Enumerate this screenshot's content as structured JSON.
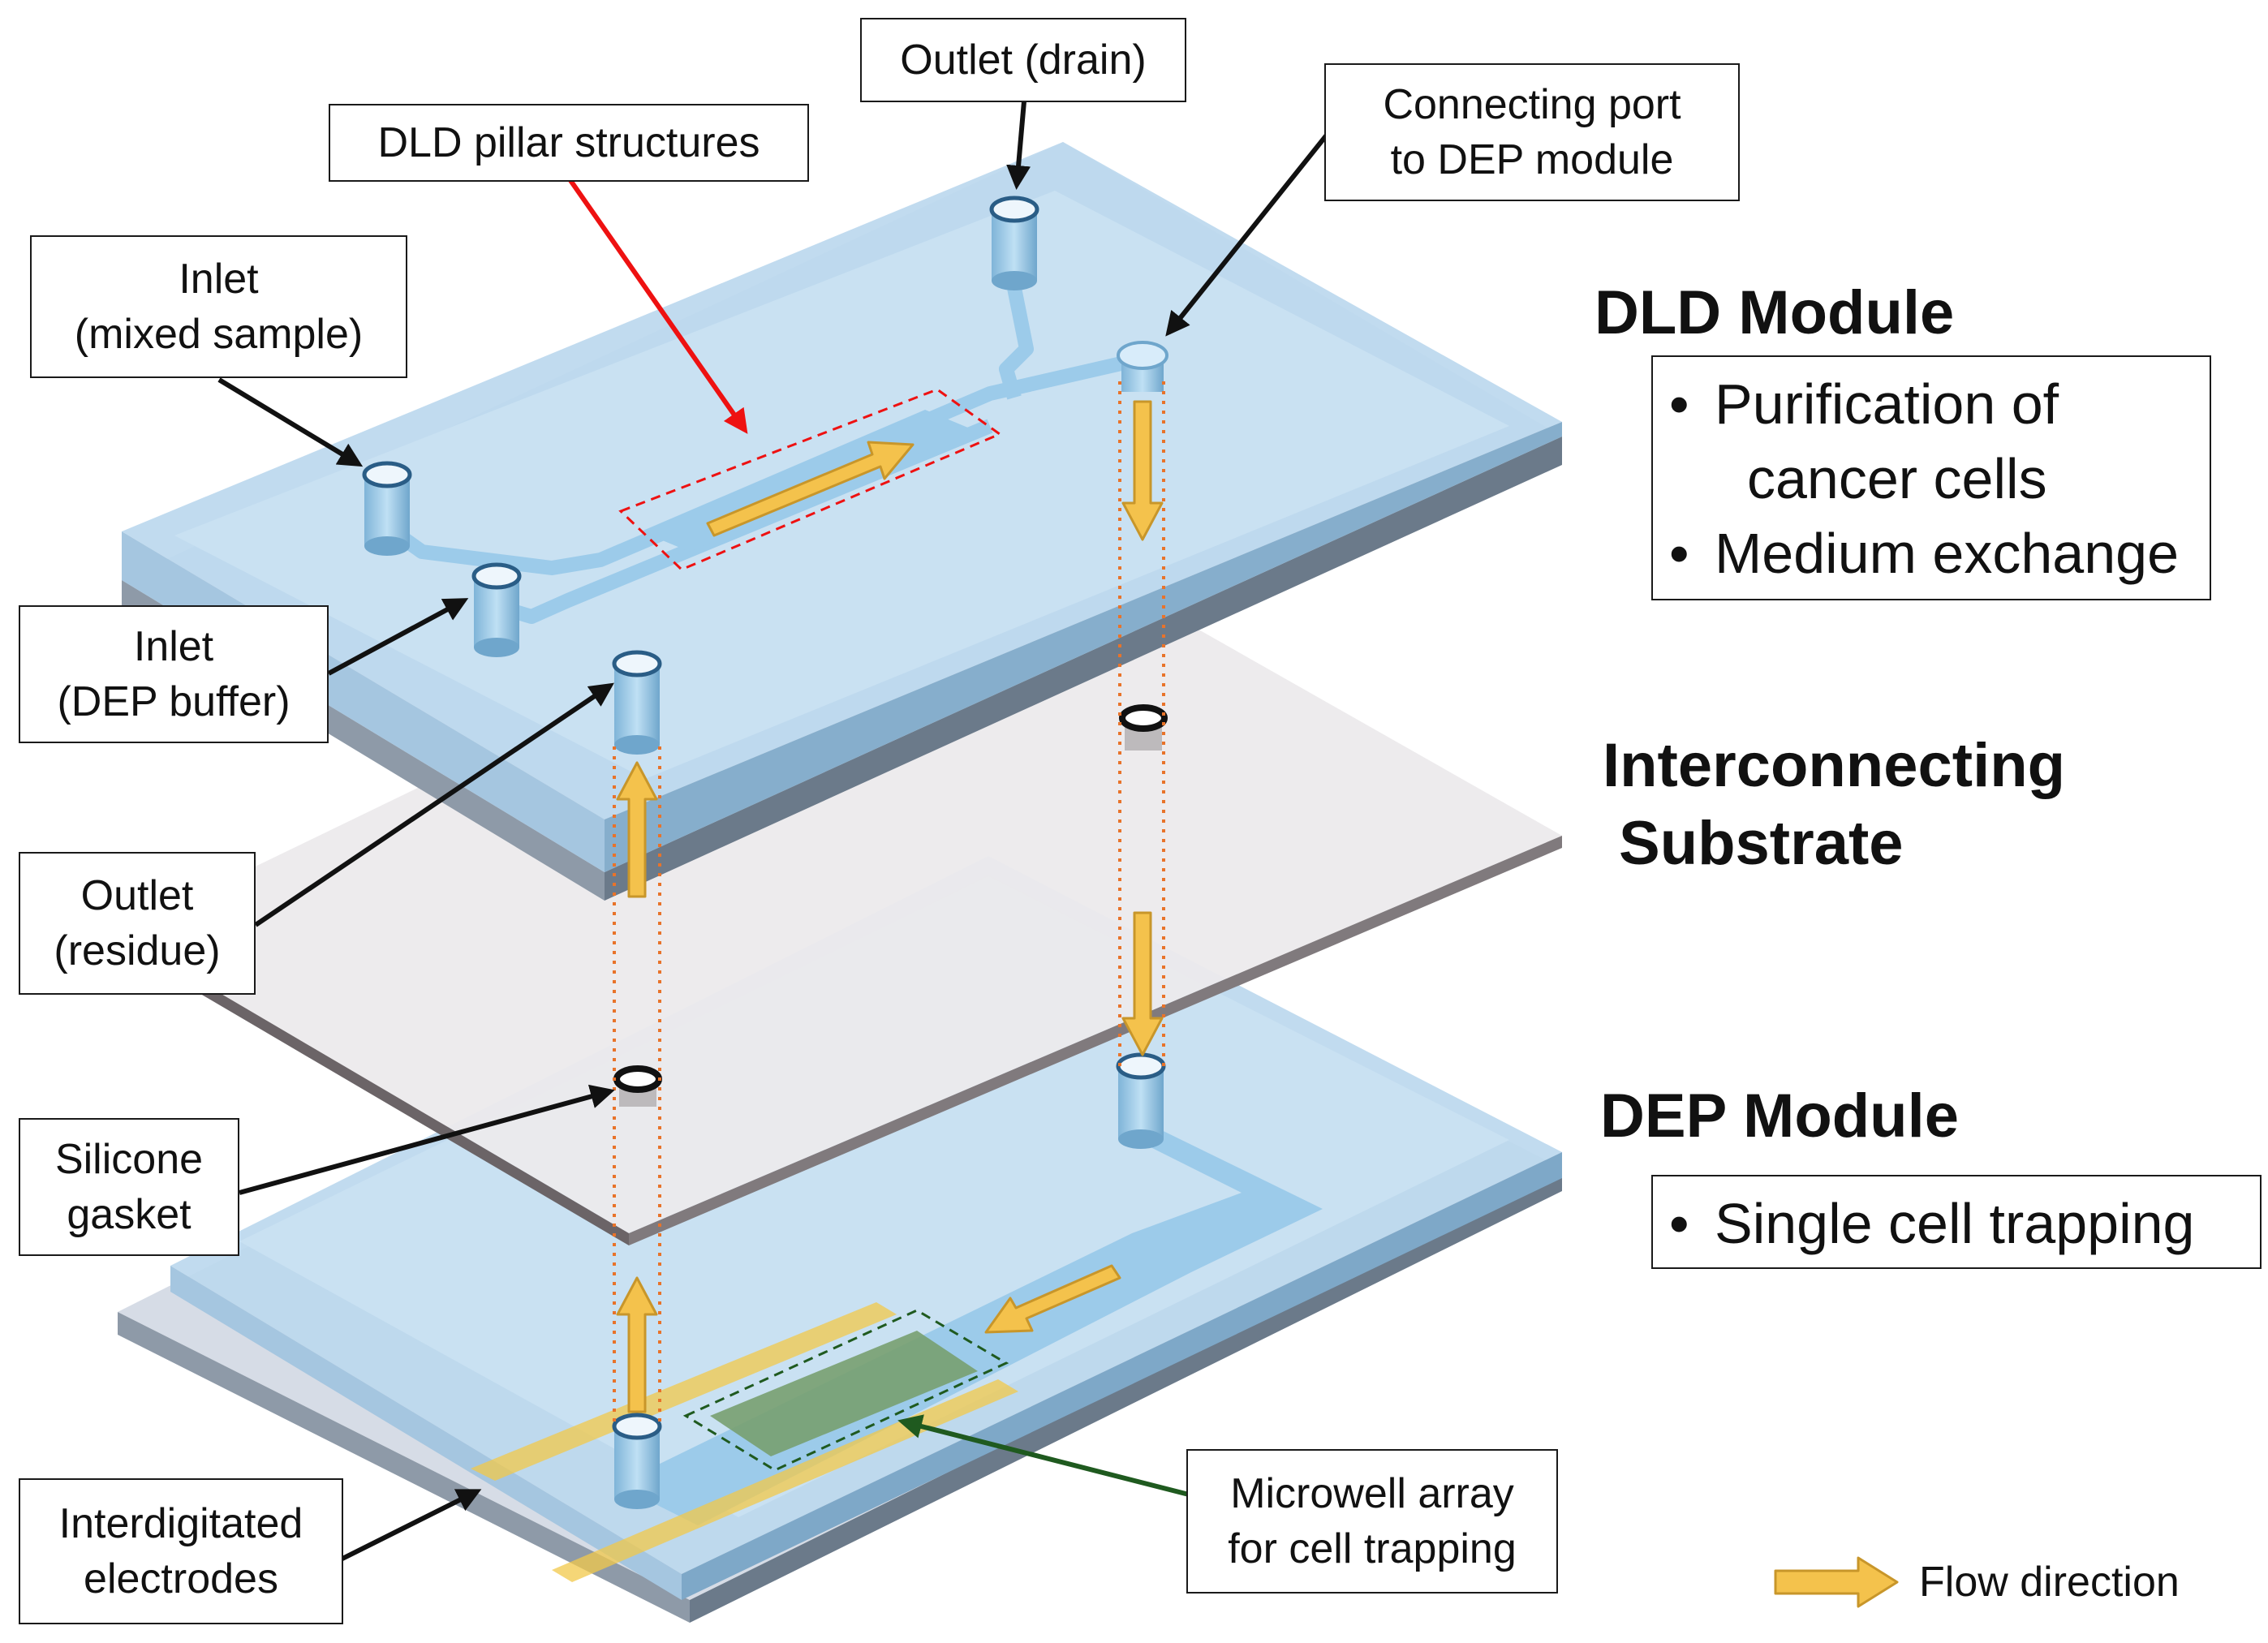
{
  "callouts": {
    "outlet_drain": "Outlet (drain)",
    "dld_pillar": "DLD pillar structures",
    "connecting_port": [
      "Connecting port",
      "to DEP module"
    ],
    "inlet_mixed": [
      "Inlet",
      "(mixed sample)"
    ],
    "inlet_dep": [
      "Inlet",
      "(DEP buffer)"
    ],
    "outlet_residue": [
      "Outlet",
      "(residue)"
    ],
    "silicone_gasket": [
      "Silicone",
      "gasket"
    ],
    "interdigitated": [
      "Interdigitated",
      "electrodes"
    ],
    "microwell": [
      "Microwell array",
      "for cell trapping"
    ]
  },
  "modules": {
    "dld": {
      "title": "DLD Module",
      "bullets": [
        [
          "Purification of",
          "cancer cells"
        ],
        [
          "Medium exchange"
        ]
      ]
    },
    "substrate": {
      "title": [
        "Interconnecting",
        "Substrate"
      ]
    },
    "dep": {
      "title": "DEP Module",
      "bullets": [
        [
          "Single cell trapping"
        ]
      ]
    }
  },
  "legend": {
    "label": "Flow direction"
  },
  "colors": {
    "chip": "#bcd8ee",
    "channel": "#9ccbea",
    "substrate": "#eceaec",
    "arrow_fill": "#f4c24c",
    "arrow_stroke": "#c8962a",
    "guide_line": "#e8732a",
    "dld_callout_arrow": "#ee1111",
    "microwell_callout_arrow": "#1f5a1f",
    "electrode": "#f1c84a",
    "microwell": "#78a070"
  }
}
